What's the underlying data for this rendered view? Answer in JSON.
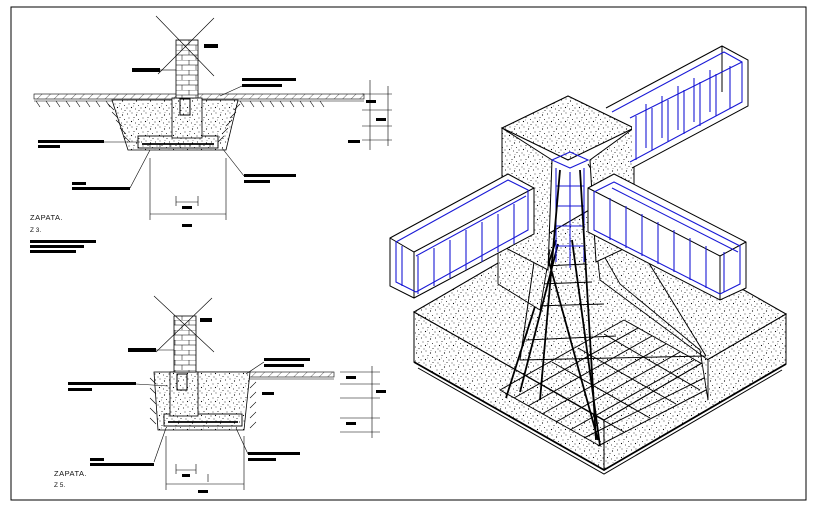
{
  "drawing": {
    "details": [
      {
        "title": "ZAPATA.",
        "code": "Z 3."
      },
      {
        "title": "ZAPATA.",
        "code": "Z 5."
      }
    ]
  }
}
